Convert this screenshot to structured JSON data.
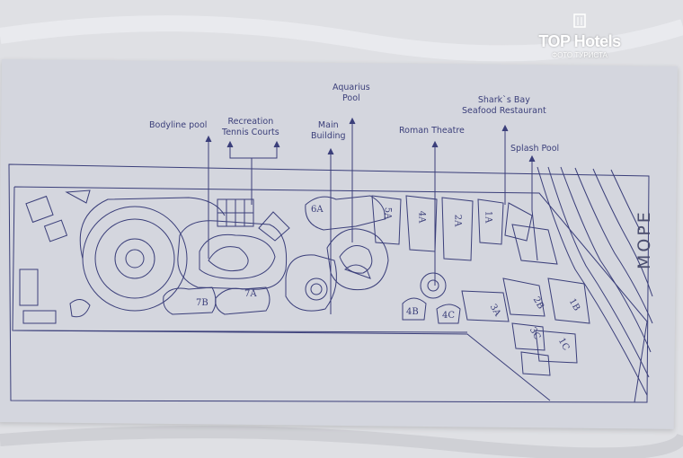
{
  "labels": {
    "aquarius_pool": "Aquarius\nPool",
    "bodyline_pool": "Bodyline pool",
    "recreation_tennis": "Recreation\nTennis Courts",
    "main_building": "Main\nBuilding",
    "roman_theatre": "Roman Theatre",
    "sharks_bay": "Shark`s Bay\nSeafood Restaurant",
    "splash_pool": "Splash Pool"
  },
  "blocks": [
    "6A",
    "5A",
    "4A",
    "2A",
    "1A",
    "7B",
    "7A",
    "4B",
    "4C",
    "3A",
    "2B",
    "1B",
    "3C",
    "1C"
  ],
  "sea_label": "МОРЕ",
  "watermark": {
    "brand": "TOP Hotels",
    "caption": "ФОТО ТУРИСТА"
  },
  "colors": {
    "ink": "#3b3f7a",
    "paper": "#d4d6de",
    "cloth": "#dfe0e4"
  }
}
